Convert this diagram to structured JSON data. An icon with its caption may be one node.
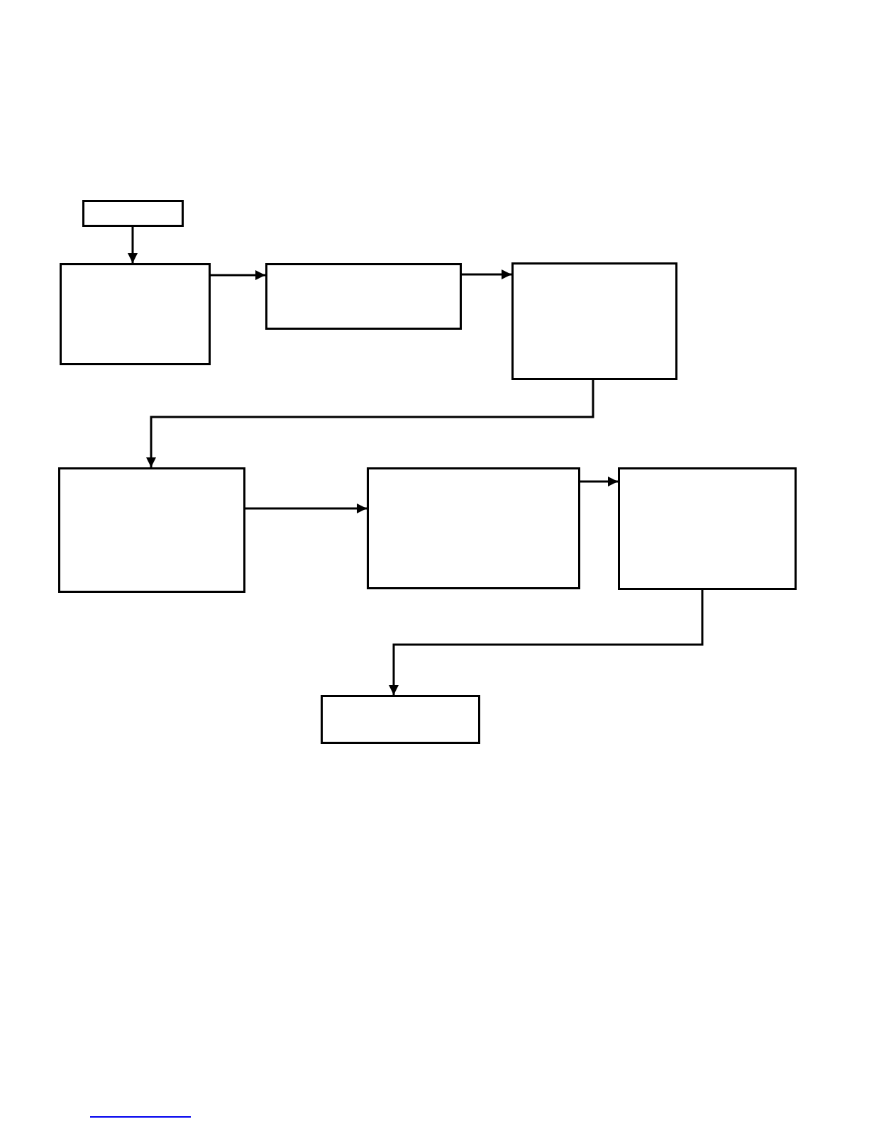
{
  "diagram": {
    "nodes": [
      {
        "text": [],
        "shape": "box"
      },
      {
        "text": [],
        "shape": "box"
      },
      {
        "text": [],
        "shape": "box"
      },
      {
        "text": [],
        "shape": "box"
      },
      {
        "text": [],
        "shape": "box"
      },
      {
        "text": [],
        "shape": "box"
      },
      {
        "text": [],
        "shape": "box"
      },
      {
        "text": [],
        "shape": "box"
      }
    ],
    "edges": [
      {
        "from": 0,
        "to": 1,
        "arrow": "to"
      },
      {
        "from": 1,
        "to": 2,
        "arrow": "to"
      },
      {
        "from": 2,
        "to": 3,
        "arrow": "to"
      },
      {
        "from": 3,
        "to": 4,
        "arrow": "to"
      },
      {
        "from": 4,
        "to": 5,
        "arrow": "to"
      },
      {
        "from": 5,
        "to": 6,
        "arrow": "to"
      },
      {
        "from": 6,
        "to": 7,
        "arrow": "to"
      }
    ]
  }
}
